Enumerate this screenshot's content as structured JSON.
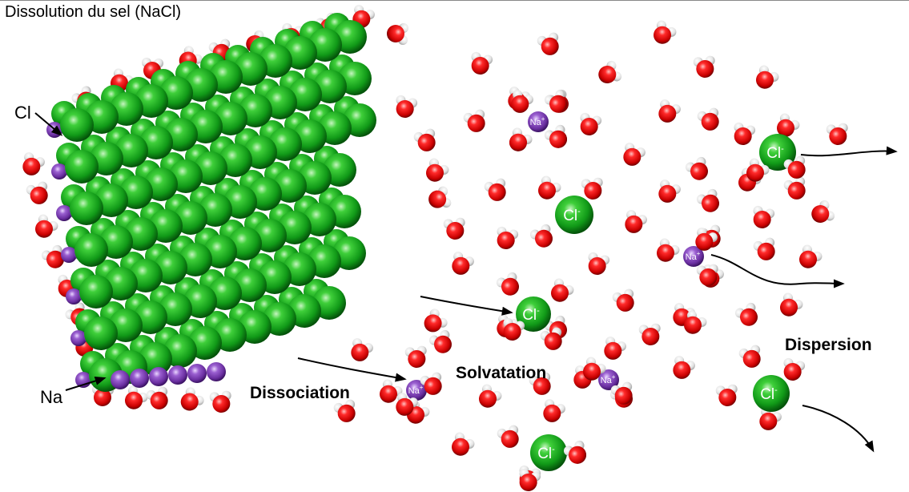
{
  "title": "Dissolution du sel (NaCl)",
  "labels": {
    "cl": "Cl",
    "na": "Na",
    "dissociation": "Dissociation",
    "solvatation": "Solvatation",
    "dispersion": "Dispersion"
  },
  "ions": {
    "cl_ion": "Cl",
    "cl_charge": "-",
    "na_ion": "Na",
    "na_charge": "+"
  },
  "colors": {
    "chlorine": "#1e9a1e",
    "sodium": "#7a40b0",
    "oxygen": "#e01010",
    "hydrogen": "#e8e8e8"
  }
}
